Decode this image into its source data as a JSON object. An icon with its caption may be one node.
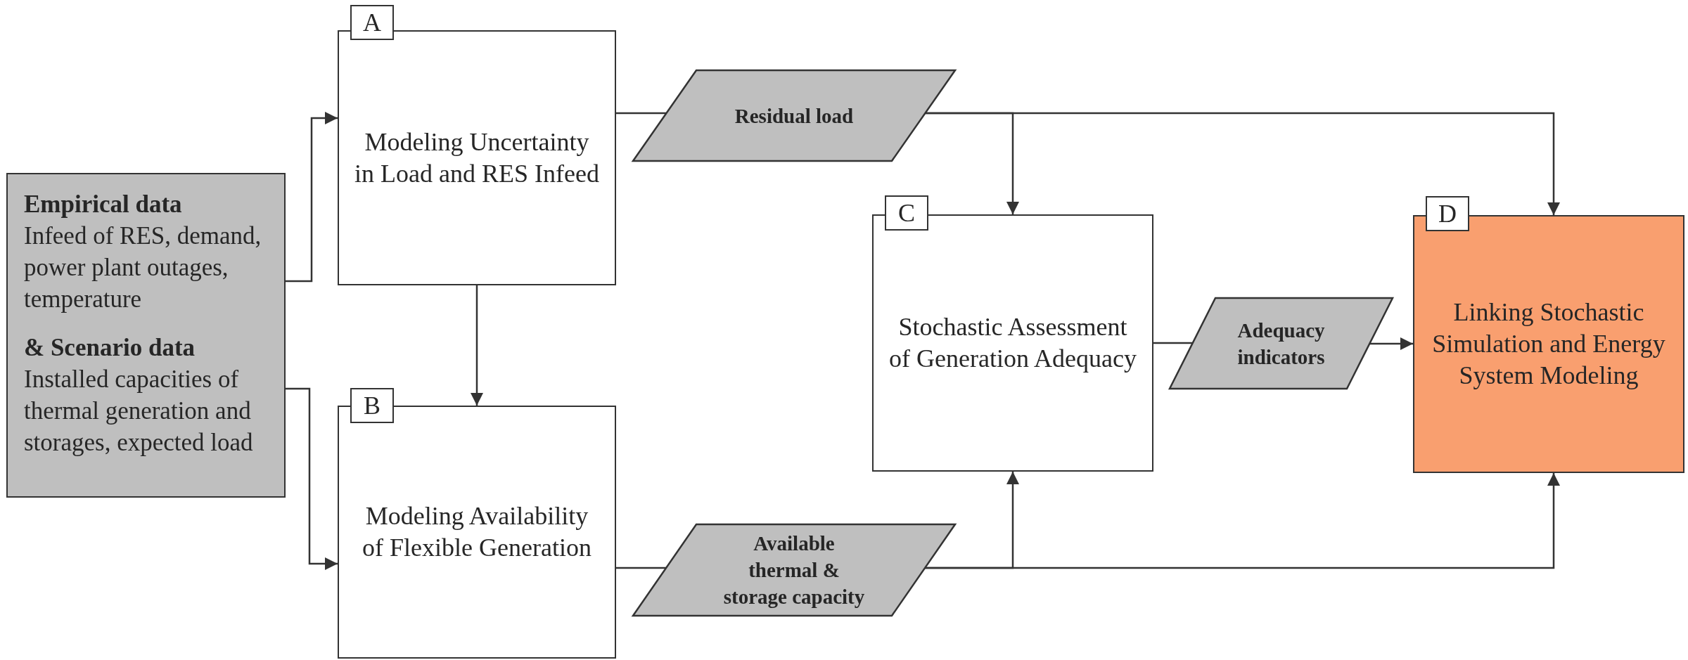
{
  "diagram": {
    "nodes": [
      {
        "text": [
          "Empirical data",
          "Infeed of RES, demand, power plant outages, temperature",
          "& Scenario data",
          "Installed capacities of thermal generation and storages, expected load"
        ]
      },
      {
        "text": [
          "A",
          "Modeling Uncertainty in Load and RES Infeed"
        ]
      },
      {
        "text": [
          "B",
          "Modeling Availability of Flexible Generation"
        ]
      },
      {
        "text": [
          "Residual load"
        ]
      },
      {
        "text": [
          "Available thermal & storage capacity"
        ]
      },
      {
        "text": [
          "C",
          "Stochastic Assessment of Generation Adequacy"
        ]
      },
      {
        "text": [
          "Adequacy indicators"
        ]
      },
      {
        "text": [
          "D",
          "Linking Stochastic Simulation and Energy System Modeling"
        ]
      }
    ],
    "edges": [
      {
        "from": 0,
        "to": 1,
        "arrow": "to"
      },
      {
        "from": 0,
        "to": 2,
        "arrow": "to"
      },
      {
        "from": 1,
        "to": 2,
        "arrow": "to"
      },
      {
        "from": 1,
        "to": 3,
        "arrow": "none"
      },
      {
        "from": 2,
        "to": 4,
        "arrow": "none"
      },
      {
        "from": 3,
        "to": 5,
        "arrow": "to"
      },
      {
        "from": 3,
        "to": 7,
        "arrow": "to"
      },
      {
        "from": 4,
        "to": 5,
        "arrow": "to"
      },
      {
        "from": 4,
        "to": 7,
        "arrow": "to"
      },
      {
        "from": 5,
        "to": 6,
        "arrow": "none"
      },
      {
        "from": 6,
        "to": 7,
        "arrow": "to"
      }
    ]
  }
}
